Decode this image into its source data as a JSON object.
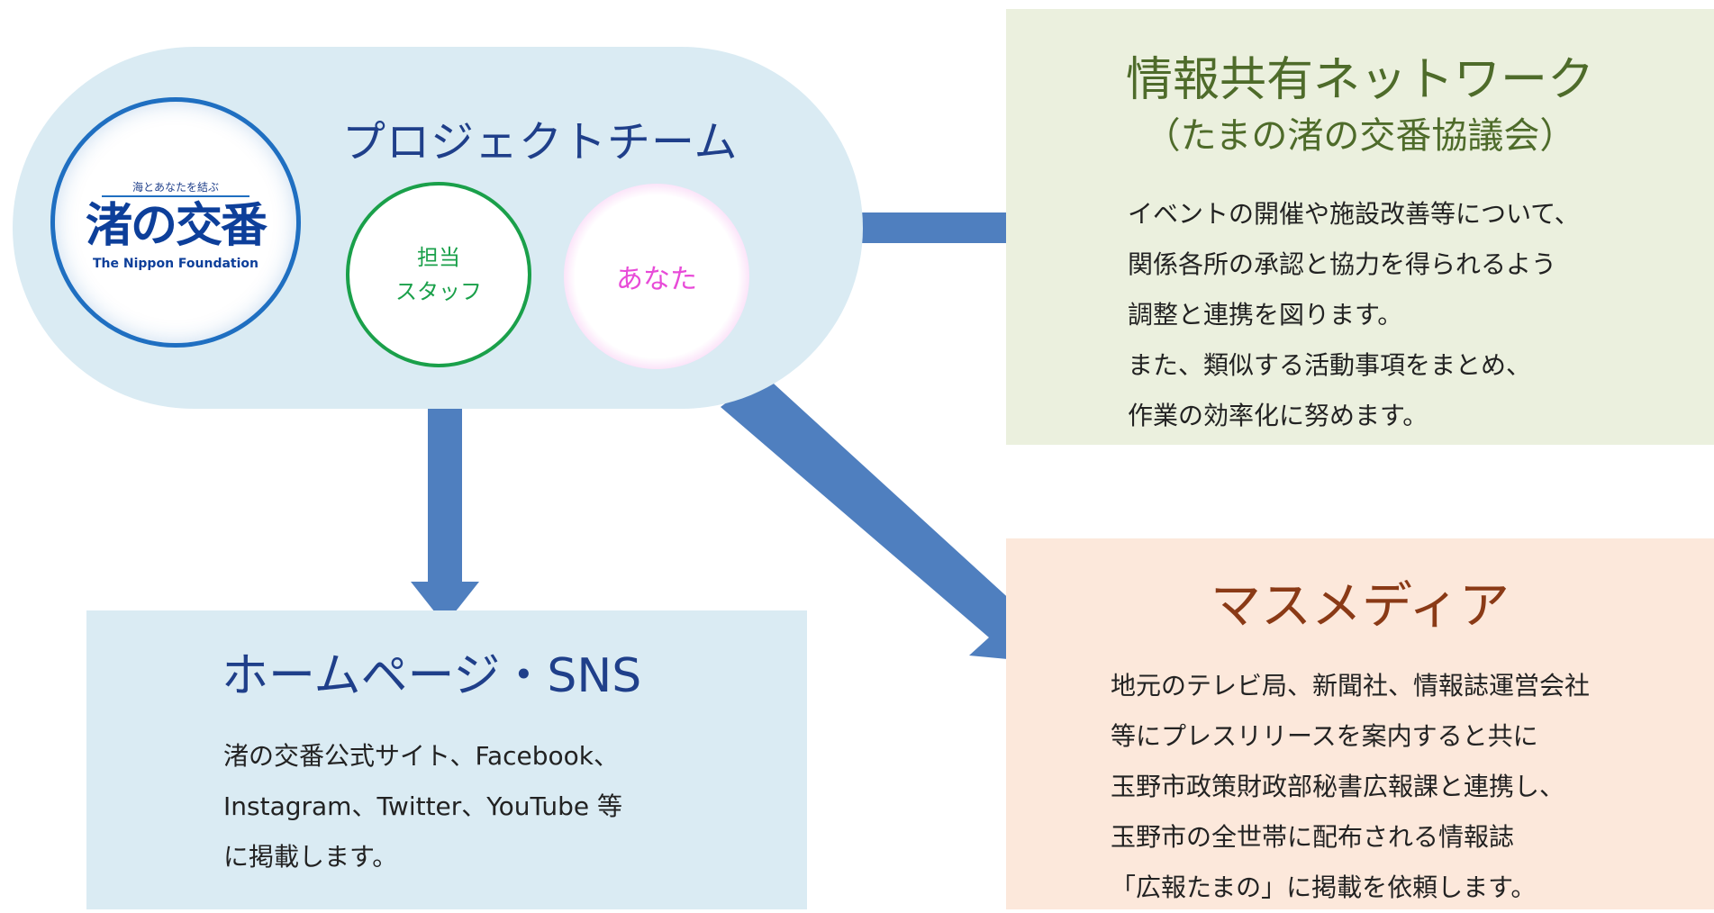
{
  "colors": {
    "arrow": "#4f7fbf",
    "pill": "#daebf3",
    "network_box": "#ebf0de",
    "media_box": "#fce8db",
    "hp_box": "#daebf3"
  },
  "team": {
    "title": "プロジェクトチーム",
    "logo": {
      "tagline": "海とあなたを結ぶ",
      "name": "渚の交番",
      "org": "The Nippon Foundation"
    },
    "staff_line1": "担当",
    "staff_line2": "スタッフ",
    "you": "あなた"
  },
  "network": {
    "title": "情報共有ネットワーク",
    "subtitle": "（たまの渚の交番協議会）",
    "lines": [
      "イベントの開催や施設改善等について、",
      "関係各所の承認と協力を得られるよう",
      "調整と連携を図ります。",
      "また、類似する活動事項をまとめ、",
      "作業の効率化に努めます。"
    ]
  },
  "media": {
    "title": "マスメディア",
    "lines": [
      "地元のテレビ局、新聞社、情報誌運営会社",
      "等にプレスリリースを案内すると共に",
      "玉野市政策財政部秘書広報課と連携し、",
      "玉野市の全世帯に配布される情報誌",
      "「広報たまの」に掲載を依頼します。"
    ]
  },
  "homepage": {
    "title": "ホームページ・SNS",
    "lines": [
      "渚の交番公式サイト、Facebook、",
      "Instagram、Twitter、YouTube 等",
      "に掲載します。"
    ]
  }
}
